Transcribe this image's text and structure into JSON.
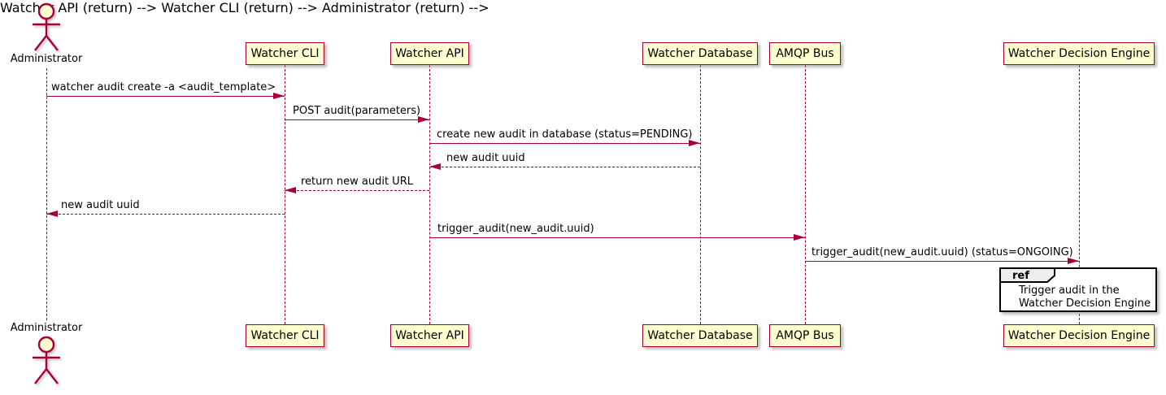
{
  "diagram": {
    "type": "sequence-diagram",
    "actor": {
      "name": "Administrator"
    },
    "participants": [
      {
        "label": "Watcher CLI"
      },
      {
        "label": "Watcher API"
      },
      {
        "label": "Watcher Database"
      },
      {
        "label": "AMQP Bus"
      },
      {
        "label": "Watcher Decision Engine"
      }
    ],
    "messages": [
      {
        "from": "Administrator",
        "to": "Watcher CLI",
        "label": "watcher audit create -a <audit_template>",
        "line": "solid"
      },
      {
        "from": "Watcher CLI",
        "to": "Watcher API",
        "label": "POST audit(parameters)",
        "line": "solid"
      },
      {
        "from": "Watcher API",
        "to": "Watcher Database",
        "label": "create new audit in database (status=PENDING)",
        "line": "solid"
      },
      {
        "from": "Watcher Database",
        "to": "Watcher API",
        "label": "new audit uuid",
        "line": "dashed"
      },
      {
        "from": "Watcher API",
        "to": "Watcher CLI",
        "label": "return new audit URL",
        "line": "dashed"
      },
      {
        "from": "Watcher CLI",
        "to": "Administrator",
        "label": "new audit uuid",
        "line": "dashed"
      },
      {
        "from": "Watcher API",
        "to": "AMQP Bus",
        "label": "trigger_audit(new_audit.uuid)",
        "line": "solid"
      },
      {
        "from": "AMQP Bus",
        "to": "Watcher Decision Engine",
        "label": "trigger_audit(new_audit.uuid) (status=ONGOING)",
        "line": "solid"
      }
    ],
    "ref": {
      "keyword": "ref",
      "over": "Watcher Decision Engine",
      "lines": [
        "Trigger audit in the",
        "Watcher Decision Engine"
      ]
    },
    "colors": {
      "stroke": "#A80036",
      "participant_fill": "#FEFECE",
      "text": "#000000",
      "ref_border": "#000000",
      "ref_tag_fill": "#EEEEEE",
      "background": "#FFFFFF"
    }
  }
}
